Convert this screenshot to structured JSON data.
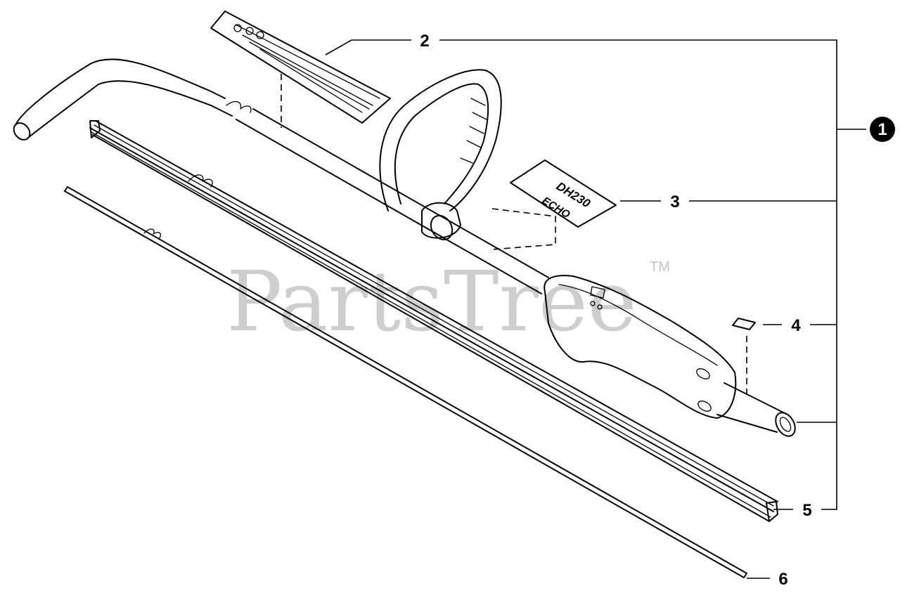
{
  "watermark": {
    "text": "PartsTree",
    "tm": "TM"
  },
  "callouts": [
    {
      "id": "1",
      "label": "1"
    },
    {
      "id": "2",
      "label": "2"
    },
    {
      "id": "3",
      "label": "3"
    },
    {
      "id": "4",
      "label": "4"
    },
    {
      "id": "5",
      "label": "5"
    },
    {
      "id": "6",
      "label": "6"
    }
  ],
  "decal": {
    "line1": "DH230",
    "line2": "ECHO"
  }
}
